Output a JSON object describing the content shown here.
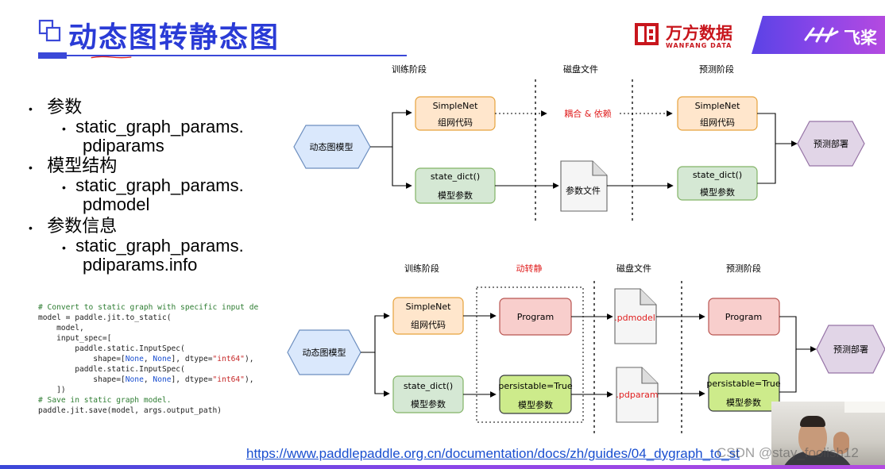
{
  "header": {
    "title": "动态图转静态图",
    "wanfang_name": "万方数据",
    "wanfang_sub": "WANFANG DATA",
    "paddle_name": "飞桨"
  },
  "bullets": [
    {
      "label": "参数",
      "sub": [
        "static_graph_params.",
        "pdiparams"
      ]
    },
    {
      "label": "模型结构",
      "sub": [
        "static_graph_params.",
        "pdmodel"
      ]
    },
    {
      "label": "参数信息",
      "sub": [
        "static_graph_params.",
        "pdiparams.info"
      ]
    }
  ],
  "code": {
    "comment1": "# Convert to static graph with specific input de",
    "l2": "model = paddle.jit.to_static(",
    "l3": "    model,",
    "l4": "    input_spec=[",
    "l5": "        paddle.static.InputSpec(",
    "l6a": "            shape=[",
    "l6b": "None",
    "l6c": ", ",
    "l6d": "None",
    "l6e": "], dtype=",
    "l6f": "\"int64\"",
    "l6g": "),",
    "l7": "        paddle.static.InputSpec(",
    "l9": "    ])",
    "comment2": "# Save in static graph model.",
    "l11": "paddle.jit.save(model, args.output_path)"
  },
  "diagram_top": {
    "stage_train": "训练阶段",
    "stage_disk": "磁盘文件",
    "stage_predict": "预测阶段",
    "dynamic_model": "动态图模型",
    "simplenet_title": "SimpleNet",
    "simplenet_sub": "组网代码",
    "coupling": "耦合 & 依赖",
    "state_dict_title": "state_dict()",
    "state_dict_sub": "模型参数",
    "param_file": "参数文件",
    "deploy": "预测部署"
  },
  "diagram_bottom": {
    "stage_train": "训练阶段",
    "stage_convert": "动转静",
    "stage_disk": "磁盘文件",
    "stage_predict": "预测阶段",
    "dynamic_model": "动态图模型",
    "simplenet_title": "SimpleNet",
    "simplenet_sub": "组网代码",
    "state_dict_title": "state_dict()",
    "state_dict_sub": "模型参数",
    "program": "Program",
    "persistable_title": "persistable=True",
    "persistable_sub": "模型参数",
    "pdmodel": ".pdmodel",
    "pdparam": ".pdparam",
    "deploy": "预测部署"
  },
  "link": "https://www.paddlepaddle.org.cn/documentation/docs/zh/guides/04_dygraph_to_st",
  "watermark": "CSDN @stay_foolish12",
  "colors": {
    "title_blue": "#2a3bd6",
    "orange_fill": "#ffe6cc",
    "orange_stroke": "#e6a23c",
    "green_fill": "#d5e8d4",
    "green_stroke": "#82b366",
    "red_fill": "#f8cecc",
    "red_stroke": "#b85450",
    "lime_fill": "#cdeb8b",
    "lime_stroke": "#36393d",
    "hex_fill": "#dae8fc",
    "hex_stroke": "#6c8ebf",
    "deploy_fill": "#e1d5e7",
    "deploy_stroke": "#9673a6",
    "accent_red": "#e02020"
  }
}
